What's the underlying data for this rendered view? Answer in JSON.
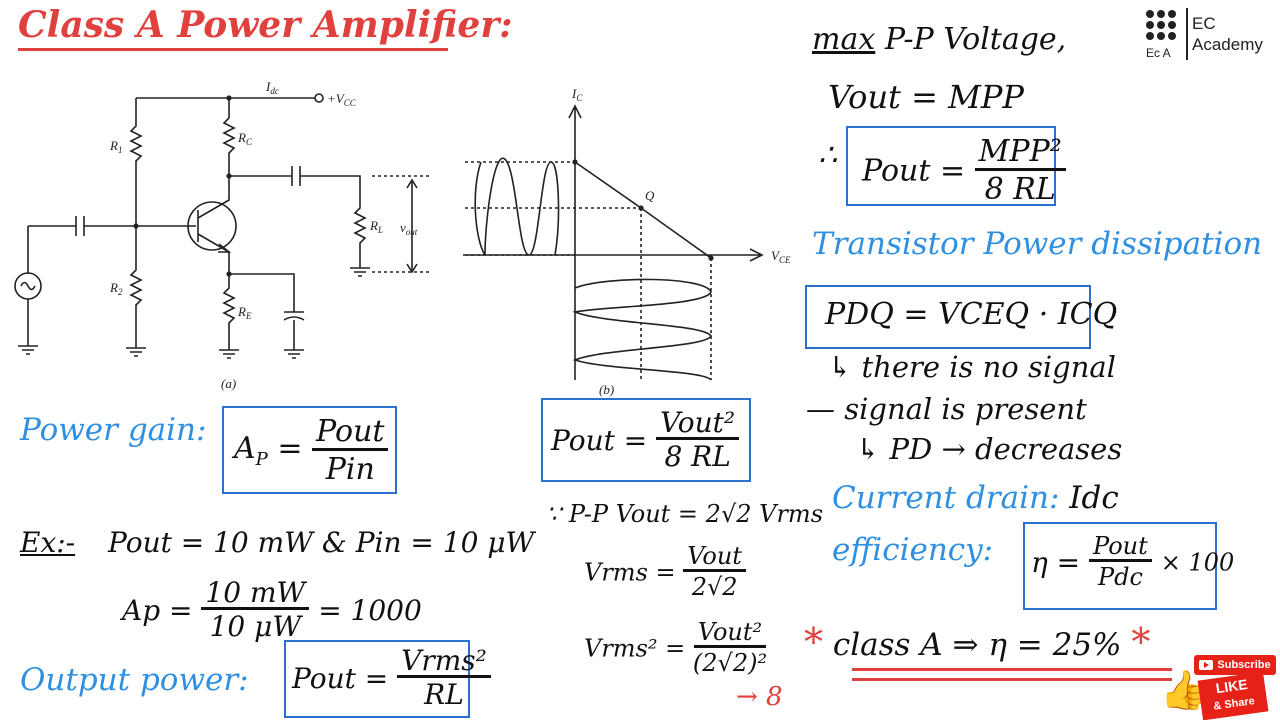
{
  "title": "Class A Power Amplifier:",
  "logo": {
    "mark_text": "Ec A",
    "name_line1": "EC",
    "name_line2": "Academy"
  },
  "circuit": {
    "labels": {
      "Idc": "I",
      "Idc_sub": "dc",
      "vcc": "+V",
      "vcc_sub": "CC",
      "R1": "R",
      "R1_sub": "1",
      "R2": "R",
      "R2_sub": "2",
      "RC": "R",
      "RC_sub": "C",
      "RE": "R",
      "RE_sub": "E",
      "RL": "R",
      "RL_sub": "L",
      "vout": "v",
      "vout_sub": "out",
      "caption": "(a)"
    }
  },
  "loadline": {
    "labels": {
      "ic": "I",
      "ic_sub": "C",
      "vce": "V",
      "vce_sub": "CE",
      "q": "Q",
      "caption": "(b)"
    }
  },
  "power_gain": {
    "label": "Power gain:",
    "lhs": "A",
    "lhs_sub": "P",
    "eq": "=",
    "num": "Pout",
    "den": "Pin"
  },
  "example": {
    "label": "Ex:-",
    "line1": "Pout = 10 mW & Pin = 10 μW",
    "lhs": "Ap =",
    "num": "10 mW",
    "den": "10 μW",
    "result": "= 1000"
  },
  "output_power": {
    "label": "Output power:",
    "lhs": "Pout =",
    "num": "Vrms²",
    "den": "RL"
  },
  "pout_box": {
    "lhs": "Pout =",
    "num": "Vout²",
    "den": "8 RL"
  },
  "derivation": {
    "line1": "∵ P-P Vout = 2√2 Vrms",
    "vrms_lhs": "Vrms =",
    "vrms_num": "Vout",
    "vrms_den": "2√2",
    "sq_lhs": "Vrms² =",
    "sq_num": "Vout²",
    "sq_den": "(2√2)²",
    "arrow_result": "→ 8"
  },
  "mpp": {
    "line1_a": "max",
    "line1_b": "P-P Voltage,",
    "line2": "Vout = MPP",
    "therefore": "∴",
    "lhs": "Pout =",
    "num": "MPP²",
    "den": "8 RL"
  },
  "dissipation": {
    "label": "Transistor Power dissipation",
    "formula": "PDQ = VCEQ · ICQ",
    "note1": "↳ there is no signal",
    "note2": "— signal is present",
    "note3": "↳ PD → decreases"
  },
  "current_drain": {
    "label": "Current drain:",
    "value": "Idc"
  },
  "efficiency": {
    "label": "efficiency:",
    "lhs": "η =",
    "num": "Pout",
    "den": "Pdc",
    "mult": "× 100"
  },
  "class_a": {
    "star": "*",
    "text": "class A ⇒ η = 25%",
    "star2": "*"
  },
  "social": {
    "subscribe": "Subscribe",
    "like": "LIKE",
    "share": "& Share"
  },
  "colors": {
    "red": "#e0403e",
    "blue": "#2f8fe0",
    "box": "#2b6fd0",
    "ink": "#111111",
    "youtube": "#e62117"
  }
}
